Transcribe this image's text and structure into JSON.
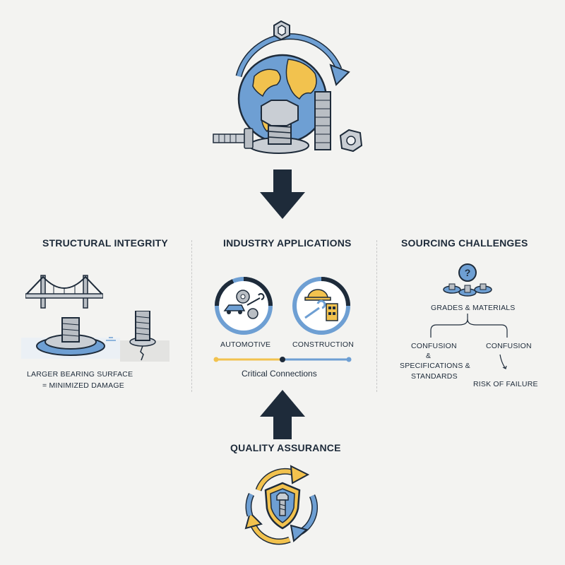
{
  "sections": {
    "structural": {
      "title": "STRUCTURAL INTEGRITY",
      "caption_line1": "LARGER BEARING SURFACE",
      "caption_line2": "= MINIMIZED DAMAGE"
    },
    "industry": {
      "title": "INDUSTRY APPLICATIONS",
      "automotive": "AUTOMOTIVE",
      "construction": "CONSTRUCTION",
      "critical": "Critical Connections"
    },
    "sourcing": {
      "title": "SOURCING CHALLENGES",
      "grades": "GRADES & MATERIALS",
      "confusion_left": "CONFUSION",
      "amp": "&",
      "spec_line1": "SPECIFICATIONS &",
      "spec_line2": "STANDARDS",
      "confusion_right": "CONFUSION",
      "risk": "RISK OF FAILURE"
    },
    "quality": {
      "title": "QUALITY ASSURANCE"
    }
  },
  "colors": {
    "navy": "#1e2b3a",
    "blue": "#6e9fd3",
    "yellow": "#f2c24e",
    "steel": "#b9bec4",
    "background": "#f3f3f1"
  },
  "icons": [
    "globe-icon",
    "bolt-icon",
    "nut-icon",
    "bridge-icon",
    "gear-icon",
    "hard-hat-icon",
    "wrench-icon",
    "shield-icon",
    "question-icon",
    "down-arrow-icon",
    "up-arrow-icon"
  ]
}
